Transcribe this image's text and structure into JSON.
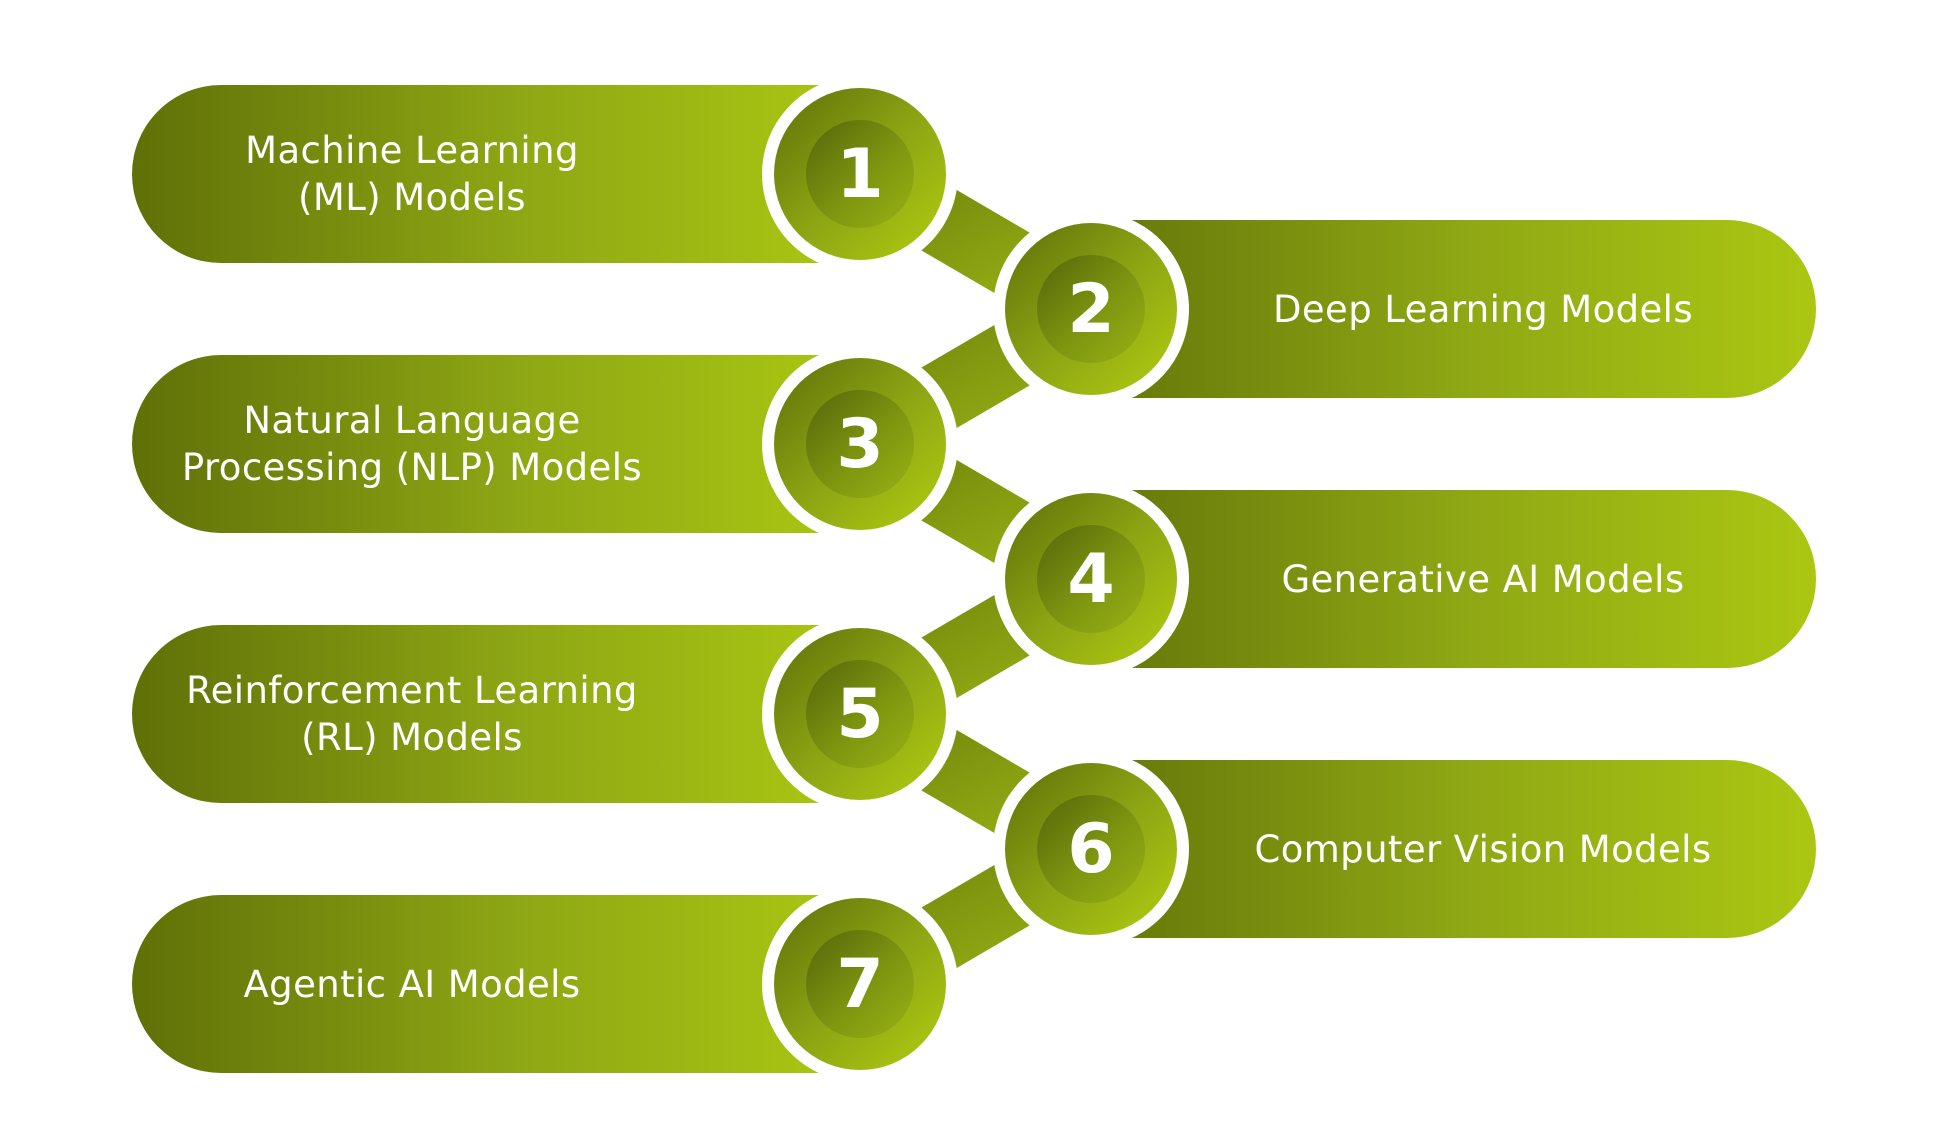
{
  "items": [
    {
      "number": "1",
      "label": "Machine Learning (ML) Models"
    },
    {
      "number": "2",
      "label": "Deep Learning Models"
    },
    {
      "number": "3",
      "label": "Natural Language Processing (NLP) Models"
    },
    {
      "number": "4",
      "label": "Generative AI Models"
    },
    {
      "number": "5",
      "label": "Reinforcement Learning (RL) Models"
    },
    {
      "number": "6",
      "label": "Computer Vision Models"
    },
    {
      "number": "7",
      "label": "Agentic AI Models"
    }
  ],
  "colors": {
    "dark_green": "#607008",
    "mid_green": "#8fa814",
    "lime_green": "#abc712",
    "background": "#ffffff",
    "text": "#ffffff"
  }
}
